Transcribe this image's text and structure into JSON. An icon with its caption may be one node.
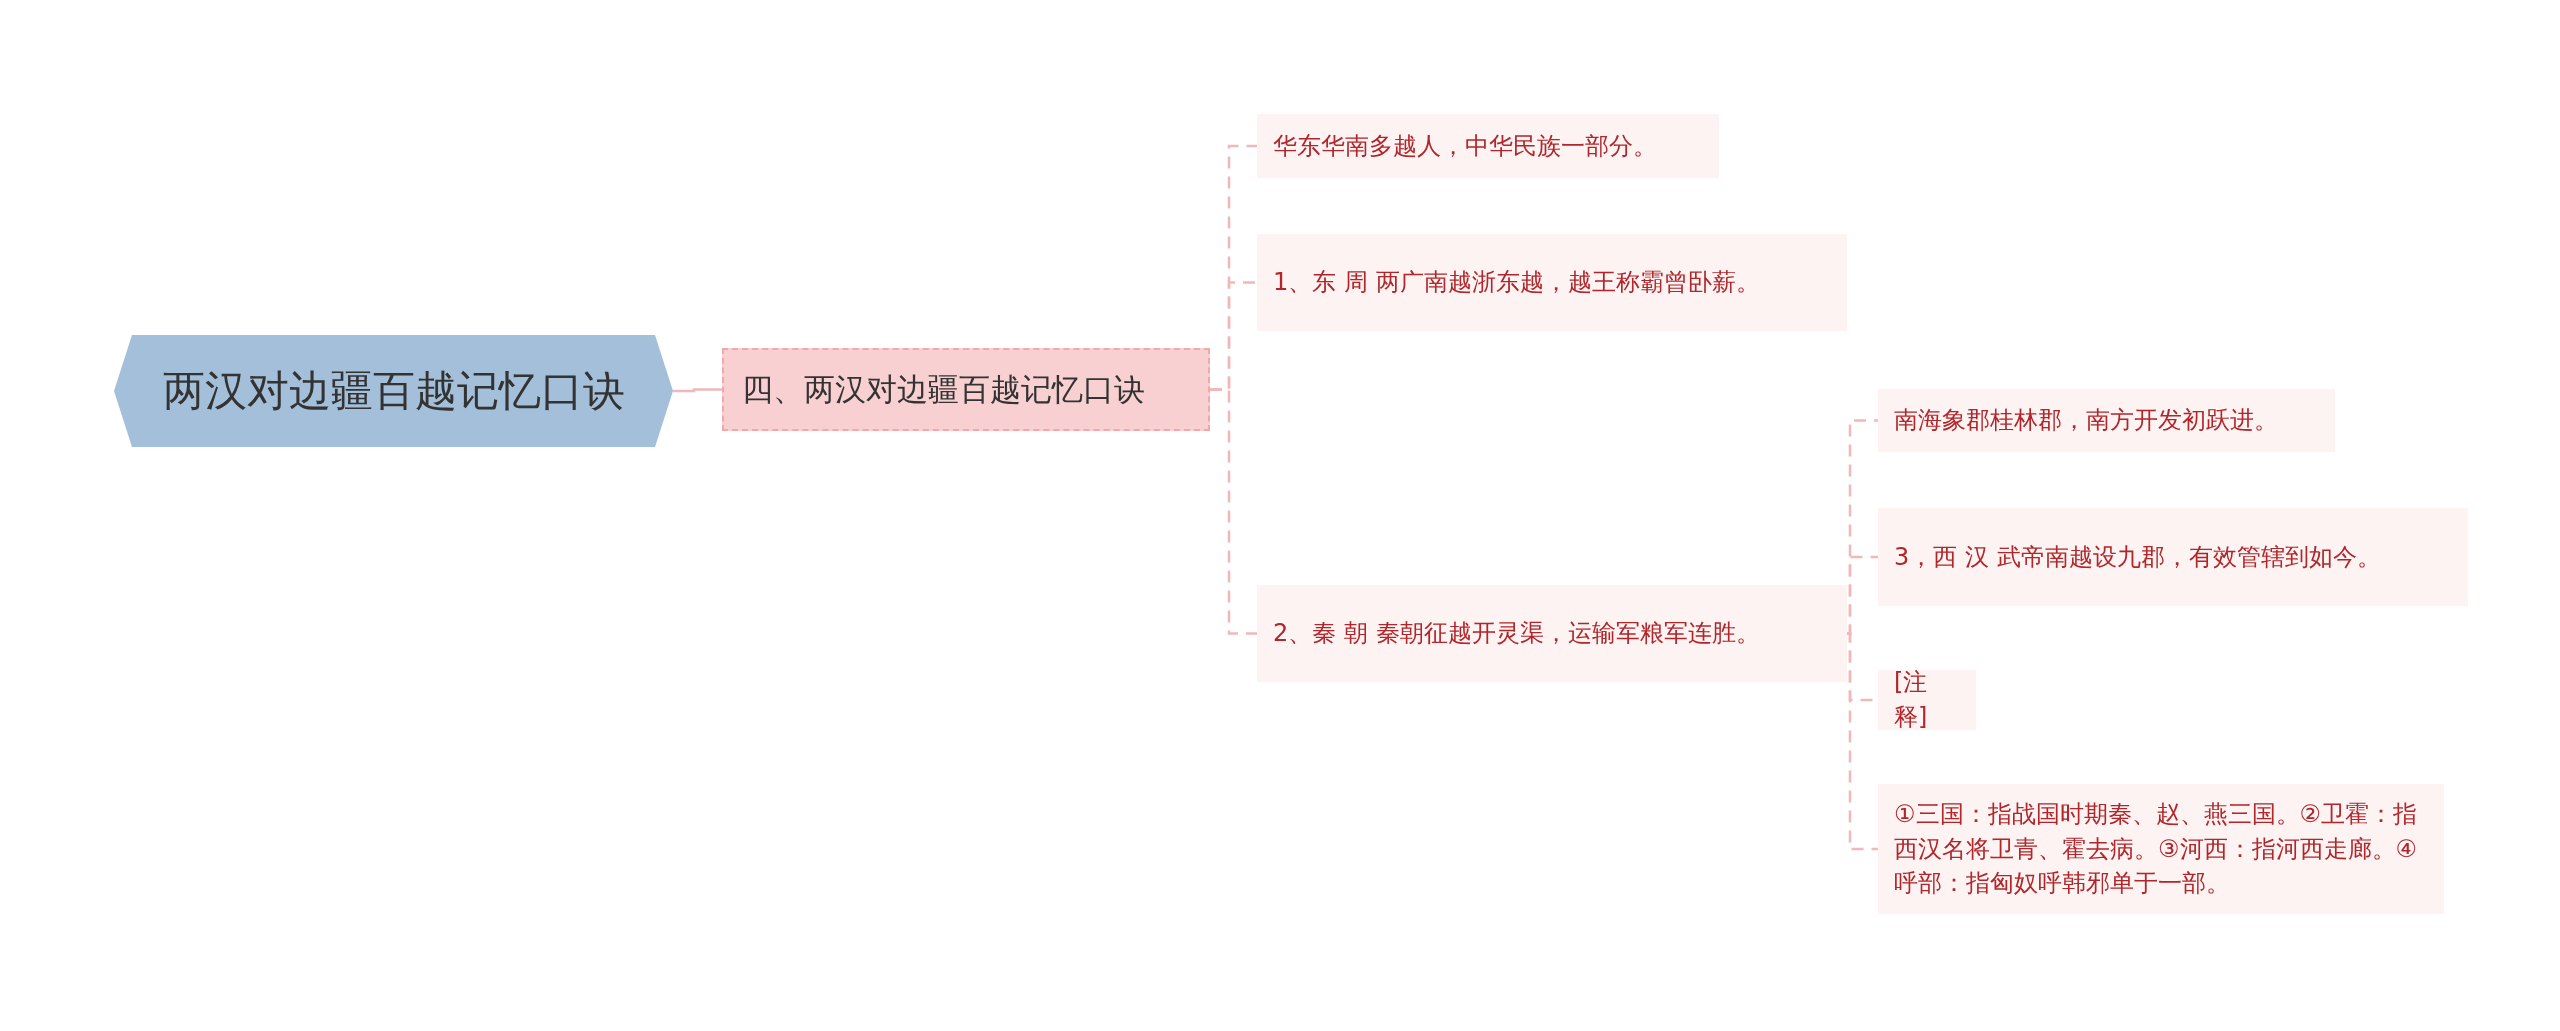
{
  "diagram": {
    "nodes": [
      {
        "text": [
          "两汉对边疆百越记忆口诀"
        ]
      },
      {
        "text": [
          "四、两汉对边疆百越记忆口诀"
        ]
      },
      {
        "text": [
          "华东华南多越人，中华民族一部分。"
        ]
      },
      {
        "text": [
          "1、东 周 两广南越浙东越，越王称霸曾卧薪。"
        ]
      },
      {
        "text": [
          "2、秦 朝 秦朝征越开灵渠，运输军粮军连胜。"
        ]
      },
      {
        "text": [
          "南海象郡桂林郡，南方开发初跃进。"
        ]
      },
      {
        "text": [
          "3，西 汉 武帝南越设九郡，有效管辖到如今。"
        ]
      },
      {
        "text": [
          "[注释]"
        ]
      },
      {
        "text": [
          "①三国：指战国时期秦、赵、燕三国。②卫霍：指西汉名将卫青、霍去病。③河西：指河西走廊。④呼部：指匈奴呼韩邪单于一部。"
        ]
      }
    ],
    "edges": [
      {
        "from": 0,
        "to": 1,
        "arrow": "none"
      },
      {
        "from": 1,
        "to": 2,
        "arrow": "none",
        "style": "dashed"
      },
      {
        "from": 1,
        "to": 3,
        "arrow": "none",
        "style": "dashed"
      },
      {
        "from": 1,
        "to": 4,
        "arrow": "none",
        "style": "dashed"
      },
      {
        "from": 4,
        "to": 5,
        "arrow": "none",
        "style": "dashed"
      },
      {
        "from": 4,
        "to": 6,
        "arrow": "none",
        "style": "dashed"
      },
      {
        "from": 4,
        "to": 7,
        "arrow": "none",
        "style": "dashed"
      },
      {
        "from": 4,
        "to": 8,
        "arrow": "none",
        "style": "dashed"
      }
    ]
  }
}
